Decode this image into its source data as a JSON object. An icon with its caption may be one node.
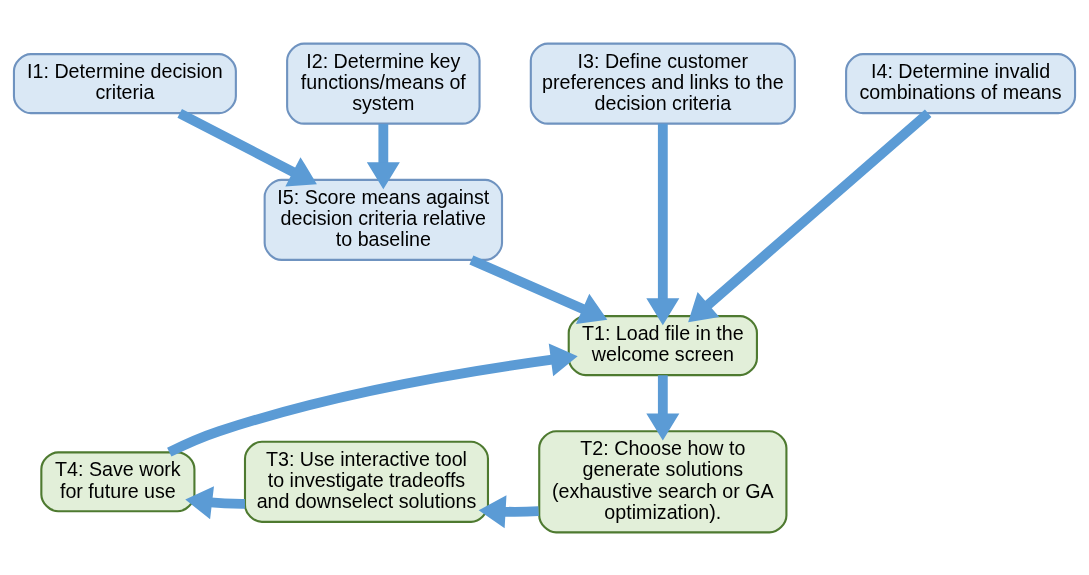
{
  "diagram": {
    "nodes": [
      {
        "text": [
          "I1: Determine decision criteria"
        ]
      },
      {
        "text": [
          "I2: Determine key functions/means of system"
        ]
      },
      {
        "text": [
          "I3: Define customer preferences and links to the decision criteria"
        ]
      },
      {
        "text": [
          "I4: Determine invalid combinations of means"
        ]
      },
      {
        "text": [
          "I5: Score means against decision criteria relative to baseline"
        ]
      },
      {
        "text": [
          "T1: Load file in the welcome screen"
        ]
      },
      {
        "text": [
          "T2: Choose how to generate solutions (exhaustive search or GA optimization)."
        ]
      },
      {
        "text": [
          "T3: Use interactive tool to investigate tradeoffs and downselect solutions"
        ]
      },
      {
        "text": [
          "T4: Save work for future use"
        ]
      }
    ],
    "edges": [
      {
        "from": 0,
        "to": 4,
        "arrow": "to"
      },
      {
        "from": 1,
        "to": 4,
        "arrow": "to"
      },
      {
        "from": 2,
        "to": 5,
        "arrow": "to"
      },
      {
        "from": 3,
        "to": 5,
        "arrow": "to"
      },
      {
        "from": 4,
        "to": 5,
        "arrow": "to"
      },
      {
        "from": 5,
        "to": 6,
        "arrow": "to"
      },
      {
        "from": 6,
        "to": 7,
        "arrow": "to"
      },
      {
        "from": 7,
        "to": 8,
        "arrow": "to"
      },
      {
        "from": 8,
        "to": 5,
        "arrow": "to"
      }
    ]
  }
}
